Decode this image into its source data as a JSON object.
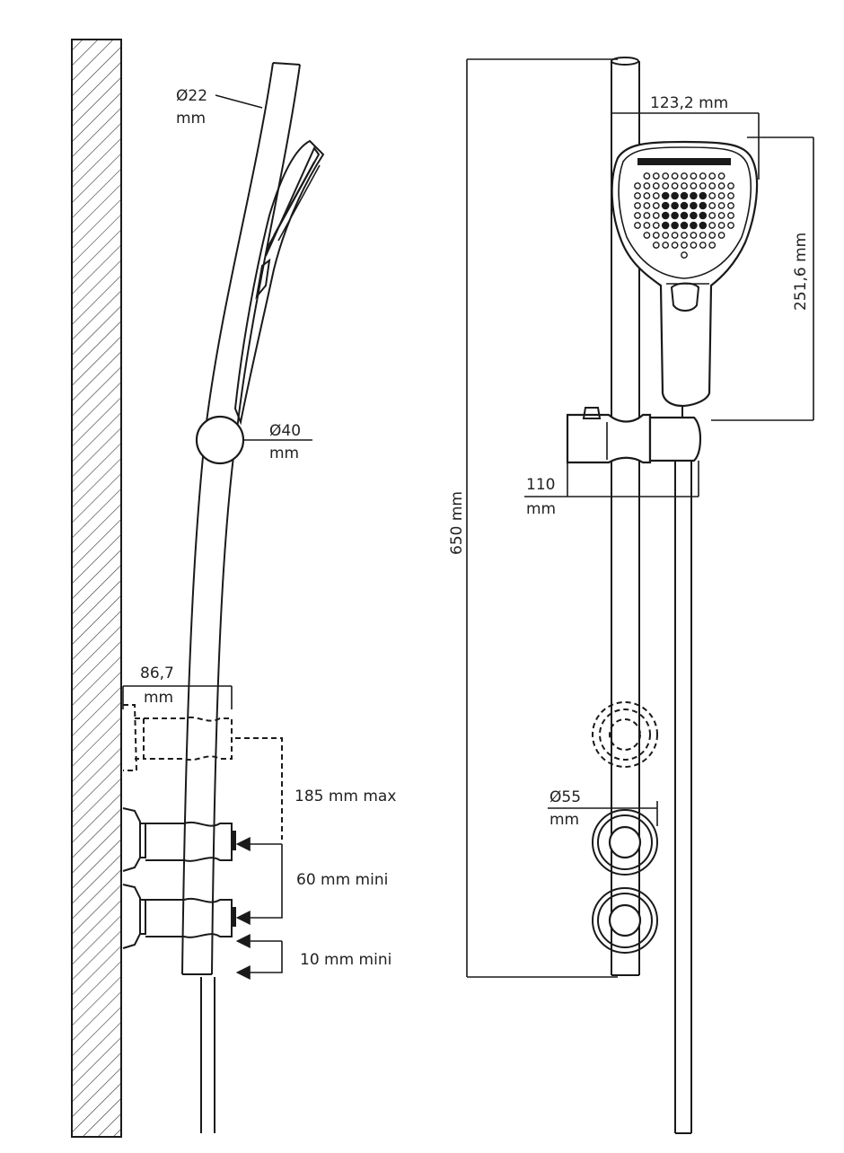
{
  "side_view": {
    "rail_diameter": "Ø22",
    "rail_diameter_unit": "mm",
    "knob_diameter": "Ø40",
    "knob_diameter_unit": "mm",
    "bracket_depth": "86,7",
    "bracket_depth_unit": "mm",
    "adjust_max": "185 mm max",
    "spacing_min": "60 mm mini",
    "offset_min": "10 mm mini"
  },
  "front_view": {
    "head_width": "123,2 mm",
    "head_length": "251,6 mm",
    "total_height": "650 mm",
    "holder_width": "110",
    "holder_width_unit": "mm",
    "bracket_diameter": "Ø55",
    "bracket_diameter_unit": "mm"
  },
  "colors": {
    "line": "#1a1a1a",
    "background": "#ffffff"
  }
}
